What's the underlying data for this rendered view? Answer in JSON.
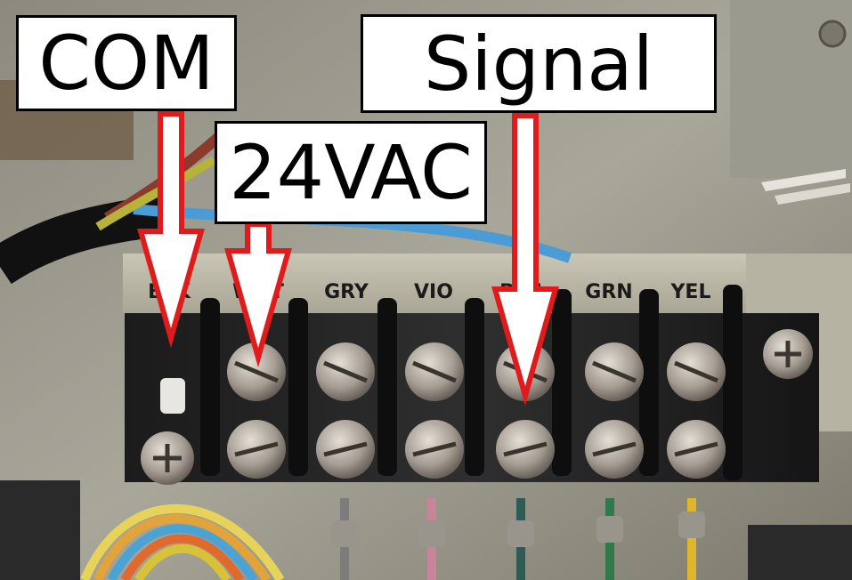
{
  "callouts": {
    "com": "COM",
    "vac": "24VAC",
    "signal": "Signal"
  },
  "terminal_labels": [
    "BLK",
    "WHT",
    "GRY",
    "VIO",
    "BLU",
    "GRN",
    "YEL"
  ],
  "colors": {
    "arrow": "#e01b1b",
    "callout_border": "#000000",
    "callout_fill": "#ffffff"
  }
}
